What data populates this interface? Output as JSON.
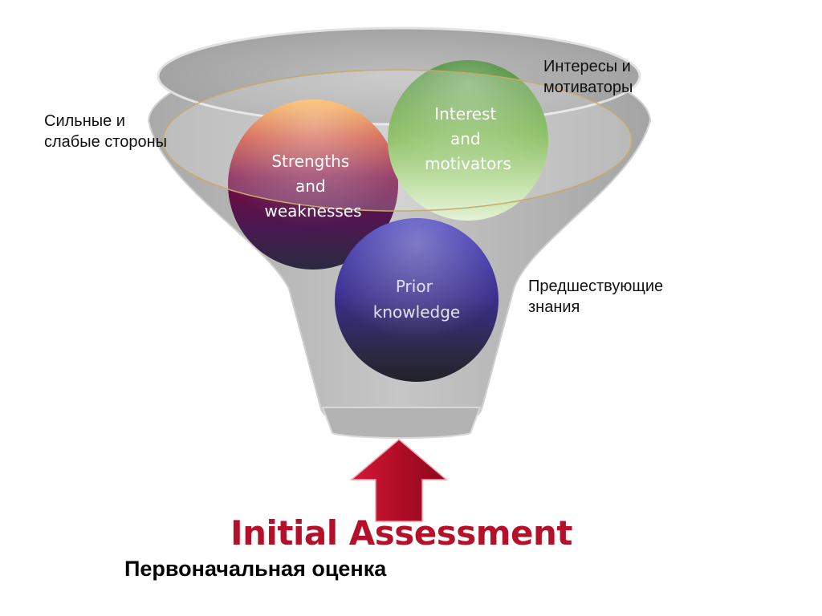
{
  "diagram": {
    "circles": [
      {
        "id": "strengths",
        "lines": [
          "Strengths",
          "and",
          "weaknesses"
        ]
      },
      {
        "id": "interest",
        "lines": [
          "Interest",
          "and",
          "motivators"
        ]
      },
      {
        "id": "prior",
        "lines": [
          "Prior",
          "knowledge"
        ]
      }
    ],
    "labels_ru": {
      "strengths": [
        "Сильные и",
        "слабые стороны"
      ],
      "interest": [
        "Интересы и",
        "мотиваторы"
      ],
      "prior": [
        "Предшествующие",
        "знания"
      ]
    },
    "title_en": "Initial Assessment",
    "title_ru": "Первоначальная оценка"
  },
  "colors": {
    "funnel": "#b9b9b9",
    "arrow": "#c0102c",
    "title_en": "#b5102a",
    "strengths_top": "#f7941d",
    "strengths_mid": "#7a0a3a",
    "interest": "#4f9a2a",
    "prior": "#3a2f9e"
  }
}
